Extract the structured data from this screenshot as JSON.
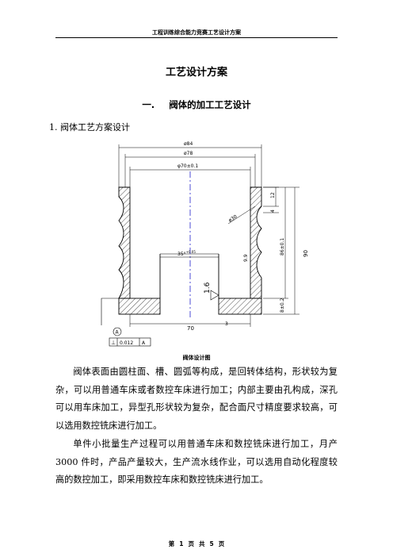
{
  "header": {
    "text": "工程训练综合能力竞赛工艺设计方案"
  },
  "title": "工艺设计方案",
  "section": {
    "num": "一.",
    "text": "阀体的加工工艺设计"
  },
  "subsection": "1. 阀体工艺方案设计",
  "drawing": {
    "dims": {
      "d84": "ø84",
      "d78": "ø78",
      "d70": "φ70±0.1",
      "r12": "12",
      "r4": "4",
      "d30": "ø30",
      "d9": "9.9",
      "angle": "35°",
      "angle_sup": "+0.05",
      "h86": "86±0.1",
      "h90": "90",
      "h8": "8±0.2",
      "w70": "70",
      "w3": "3",
      "rough": "1.6",
      "datum": "A",
      "tol_sym": "⊥",
      "tol_val": "0.012",
      "tol_ref": "A"
    },
    "caption": "阀体设计图"
  },
  "paragraphs": [
    "阀体表面由圆柱面、槽、圆弧等构成，是回转体结构，形状较为复杂，可以用普通车床或者数控车床进行加工；内部主要由孔构成，深孔可以用车床加工，异型孔形状较为复杂，配合面尺寸精度要求较高，可以选用数控铣床进行加工。",
    "单件小批量生产过程可以用普通车床和数控铣床进行加工，月产 3000 件时，产品产量较大，生产流水线作业，可以选用自动化程度较高的数控加工，即采用数控车床和数控铣床进行加工。"
  ],
  "footer": {
    "p1": "第",
    "page": "1",
    "p2": "页",
    "p3": "共",
    "total": "5",
    "p4": "页"
  }
}
